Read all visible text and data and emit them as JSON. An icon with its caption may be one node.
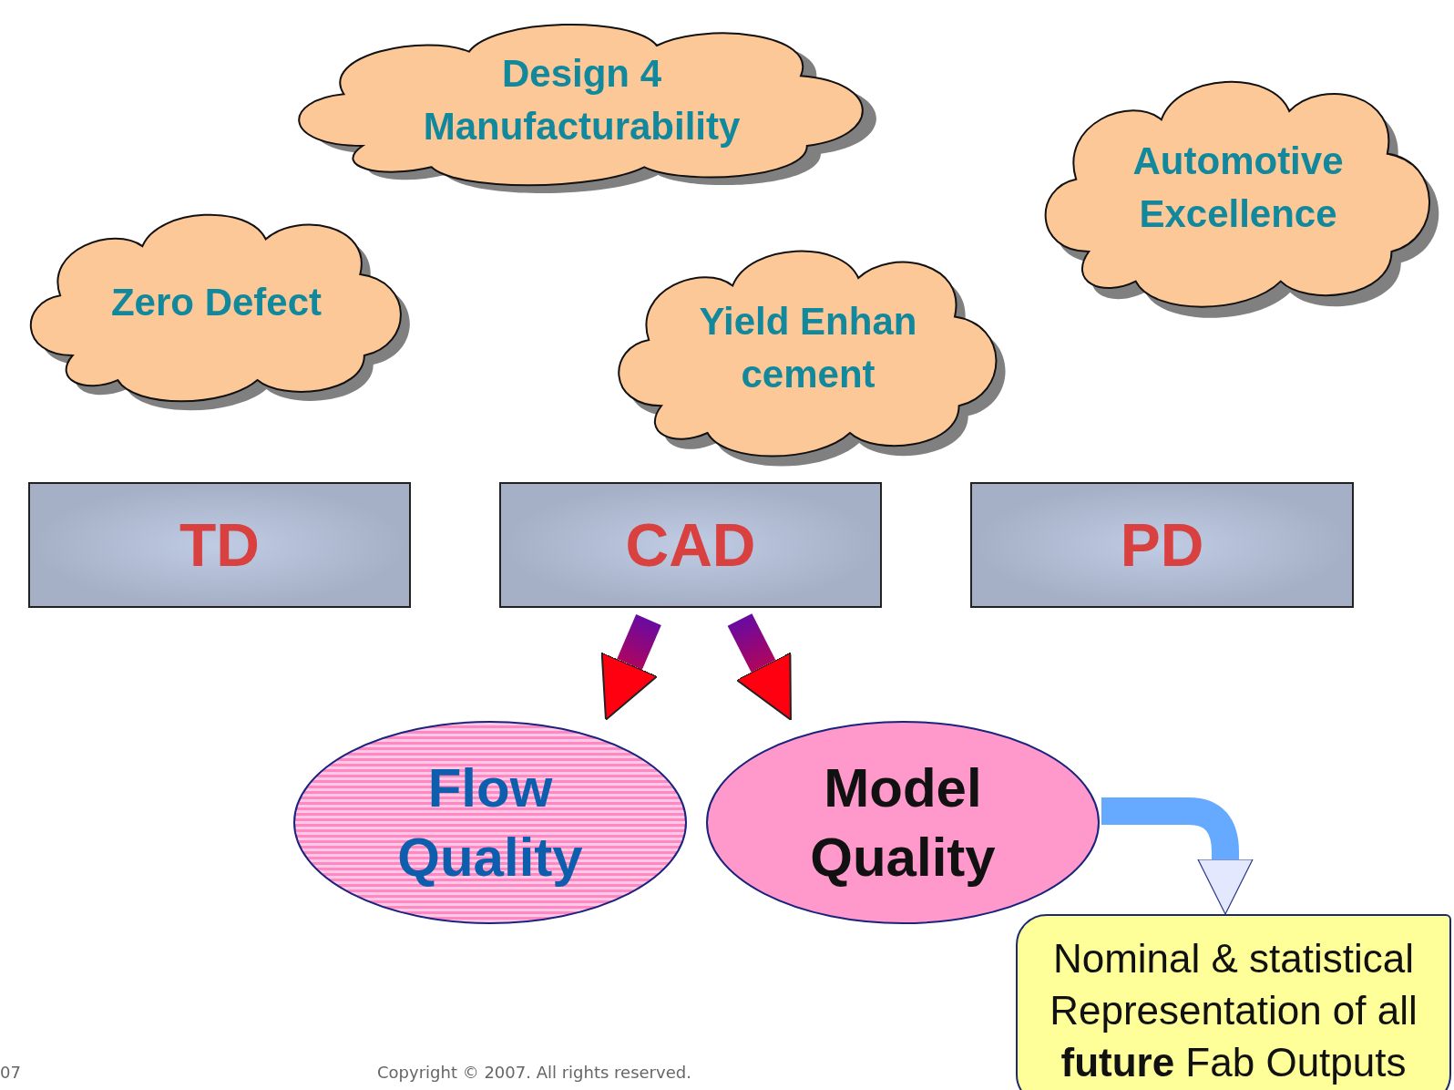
{
  "diagram": {
    "nodes": [
      {
        "text": [
          "Design 4 Manufacturability"
        ]
      },
      {
        "text": [
          "Automotive Excellence"
        ]
      },
      {
        "text": [
          "Zero Defect"
        ]
      },
      {
        "text": [
          "Yield Enhancement"
        ]
      },
      {
        "text": [
          "TD"
        ]
      },
      {
        "text": [
          "CAD"
        ]
      },
      {
        "text": [
          "PD"
        ]
      },
      {
        "text": [
          "Flow Quality"
        ]
      },
      {
        "text": [
          "Model Quality"
        ]
      },
      {
        "text": [
          "Nominal & statistical Representation of all **future** Fab Outputs"
        ]
      }
    ],
    "edges": [
      {
        "from": 5,
        "to": 7,
        "arrow": "to"
      },
      {
        "from": 5,
        "to": 8,
        "arrow": "to"
      },
      {
        "from": 8,
        "to": 9,
        "arrow": "to",
        "color": "#66aaff"
      }
    ],
    "labels": [
      "07",
      "Copyright © 2007. All rights reserved."
    ]
  }
}
